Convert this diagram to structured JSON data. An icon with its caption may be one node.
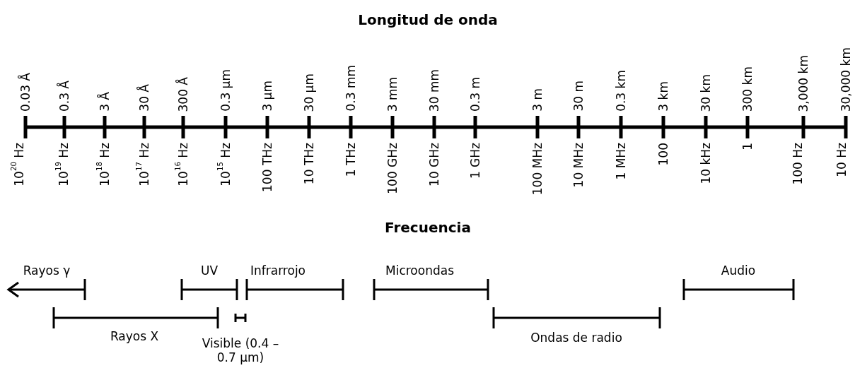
{
  "diagram": {
    "title": "Longitud de onda",
    "labels": [
      "0.03 Å",
      "0.3 Å",
      "3 Å",
      "30 Å",
      "300 Å",
      "0.3 µm",
      "3 µm",
      "30 µm",
      "0.3 mm",
      "3 mm",
      "30 mm",
      "0.3 m",
      "3 m",
      "30 m",
      "0.3 km",
      "3 km",
      "30 km",
      "300 km",
      "3,000 km",
      "30,000 km",
      "10$^{20}$ Hz",
      "10$^{19}$ Hz",
      "10$^{18}$ Hz",
      "10$^{17}$ Hz",
      "10$^{16}$ Hz",
      "10$^{15}$ Hz",
      "100 THz",
      "10 THz",
      "1 THz",
      "100 GHz",
      "10 GHz",
      "1 GHz",
      "100 MHz",
      "10 MHz",
      "1 MHz",
      "100",
      "10 kHz",
      "1",
      "100 Hz",
      "10 Hz",
      "Frecuencia",
      "Rayos γ",
      "UV",
      "Infrarrojo",
      "Microondas",
      "Audio",
      "Rayos X",
      "Visible (0.4 – 0.7 µm)",
      "Ondas de radio"
    ]
  }
}
